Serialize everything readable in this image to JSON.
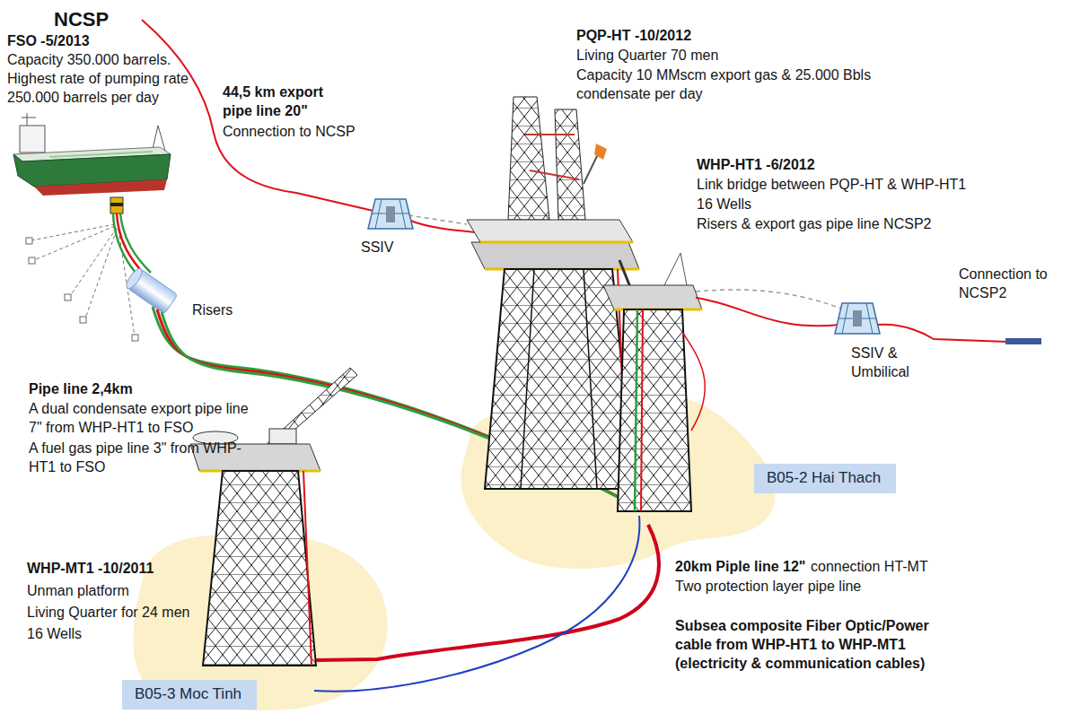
{
  "diagram": {
    "nodes": [
      {
        "text": [
          "B05-2 Hai Thach"
        ]
      },
      {
        "text": [
          "B05-3 Moc Tinh"
        ]
      }
    ],
    "labels": [
      "NCSP",
      "FSO -5/2013",
      "Capacity 350.000 barrels.",
      "Highest rate of pumping rate 250.000 barrels per day",
      "44,5 km export pipe line 20\"",
      "Connection to NCSP",
      "PQP-HT -10/2012",
      "Living Quarter 70 men",
      "Capacity 10 MMscm export gas & 25.000 Bbls condensate per day",
      "WHP-HT1 -6/2012",
      "Link bridge between PQP-HT & WHP-HT1",
      "16 Wells",
      "Risers & export gas pipe line NCSP2",
      "SSIV",
      "Connection to NCSP2",
      "Risers",
      "SSIV & Umbilical",
      "Pipe line 2,4km",
      "A dual condensate export pipe line 7\" from WHP-HT1 to FSO",
      "A fuel gas pipe line 3\" from WHP-HT1 to FSO",
      "WHP-MT1 -10/2011",
      "Unman platform",
      "Living Quarter for 24 men",
      "16 Wells",
      "20km Piple line 12\"",
      "connection HT-MT",
      "Two protection layer pipe line",
      "Subsea composite Fiber Optic/Power cable from WHP-HT1 to WHP-MT1 (electricity & communication cables)"
    ]
  }
}
